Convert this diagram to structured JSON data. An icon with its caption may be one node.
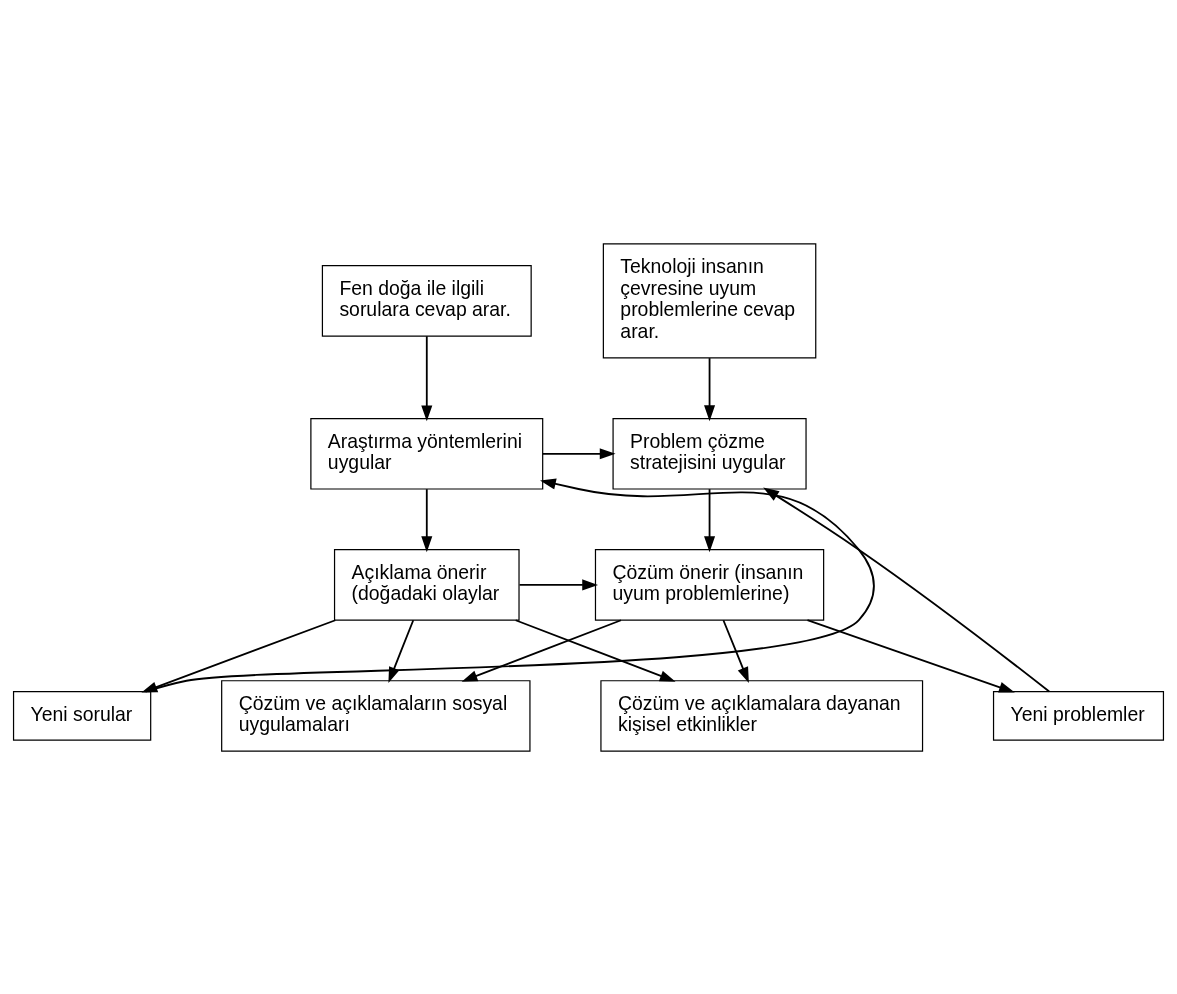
{
  "diagram": {
    "nodes": [
      {
        "text": [
          "Fen doğa ile ilgili sorulara cevap arar."
        ]
      },
      {
        "text": [
          "Teknoloji insanın çevresine uyum problemlerine cevap arar."
        ]
      },
      {
        "text": [
          "Araştırma yöntemlerini uygular"
        ]
      },
      {
        "text": [
          "Problem çözme stratejisini uygular"
        ]
      },
      {
        "text": [
          "Açıklama önerir (doğadaki olaylar"
        ]
      },
      {
        "text": [
          "Çözüm önerir (insanın uyum problemlerine)"
        ]
      },
      {
        "text": [
          "Çözüm ve açıklamaların sosyal uygulamaları"
        ]
      },
      {
        "text": [
          "Yeni sorular"
        ]
      },
      {
        "text": [
          "Yeni problemler"
        ]
      },
      {
        "text": [
          "Çözüm ve açıklamalara dayanan kişisel etkinlikler"
        ]
      }
    ],
    "edges": [
      {
        "from": 0,
        "to": 2,
        "arrow": "to"
      },
      {
        "from": 1,
        "to": 3,
        "arrow": "to"
      },
      {
        "from": 2,
        "to": 3,
        "arrow": "to"
      },
      {
        "from": 2,
        "to": 4,
        "arrow": "to"
      },
      {
        "from": 3,
        "to": 5,
        "arrow": "to"
      },
      {
        "from": 4,
        "to": 5,
        "arrow": "to"
      },
      {
        "from": 4,
        "to": 6,
        "arrow": "to"
      },
      {
        "from": 5,
        "to": 6,
        "arrow": "to"
      },
      {
        "from": 4,
        "to": 7,
        "arrow": "to"
      },
      {
        "from": 5,
        "to": 8,
        "arrow": "to"
      },
      {
        "from": 7,
        "to": 2,
        "arrow": "to"
      },
      {
        "from": 8,
        "to": 3,
        "arrow": "to"
      },
      {
        "from": 4,
        "to": 9,
        "arrow": "to"
      },
      {
        "from": 5,
        "to": 9,
        "arrow": "to"
      }
    ]
  }
}
